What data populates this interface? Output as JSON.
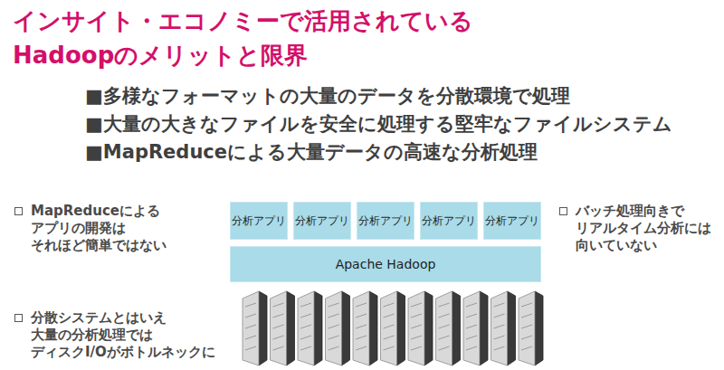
{
  "diagram": {
    "title": "インサイト・エコノミーで活用されている Hadoopのメリットと限界",
    "nodes": [
      {
        "text": [
          "分析アプリ"
        ]
      },
      {
        "text": [
          "分析アプリ"
        ]
      },
      {
        "text": [
          "分析アプリ"
        ]
      },
      {
        "text": [
          "分析アプリ"
        ]
      },
      {
        "text": [
          "分析アプリ"
        ]
      },
      {
        "text": [
          "Apache Hadoop"
        ]
      }
    ],
    "labels": [
      "■多様なフォーマットの大量のデータを分散環境で処理",
      "■大量の大きなファイルを安全に処理する堅牢なファイルシステム",
      "■MapReduceによる大量データの高速な分析処理",
      "MapReduceによる アプリの開発は それほど簡単ではない",
      "バッチ処理向きで リアルタイム分析には 向いていない",
      "分散システムとはいえ 大量の分析処理では ディスクI/Oがボトルネックに"
    ]
  }
}
